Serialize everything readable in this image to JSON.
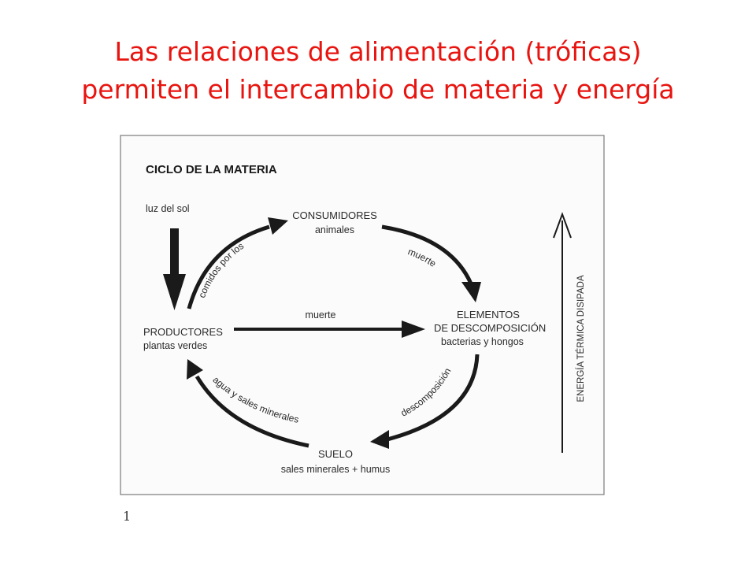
{
  "slide": {
    "title_line1": "Las relaciones de alimentación (tróficas)",
    "title_line2": "permiten el intercambio de materia y energía",
    "accent_color": "#e8140f"
  },
  "figure": {
    "heading": "CICLO DE LA MATERIA",
    "number": "1",
    "nodes": {
      "sun": "luz del sol",
      "consumers_title": "CONSUMIDORES",
      "consumers_sub": "animales",
      "producers_title": "PRODUCTORES",
      "producers_sub": "plantas verdes",
      "decomposers_title1": "ELEMENTOS",
      "decomposers_title2": "DE DESCOMPOSICIÓN",
      "decomposers_sub": "bacterias y hongos",
      "soil_title": "SUELO",
      "soil_sub": "sales minerales + humus"
    },
    "arrows": {
      "eaten_by": "comidos por los",
      "death_top": "muerte",
      "death_middle": "muerte",
      "decomposition": "descomposición",
      "water_minerals": "agua y sales minerales",
      "dissipated_energy": "ENERGÍA TÉRMICA DISIPADA"
    }
  }
}
